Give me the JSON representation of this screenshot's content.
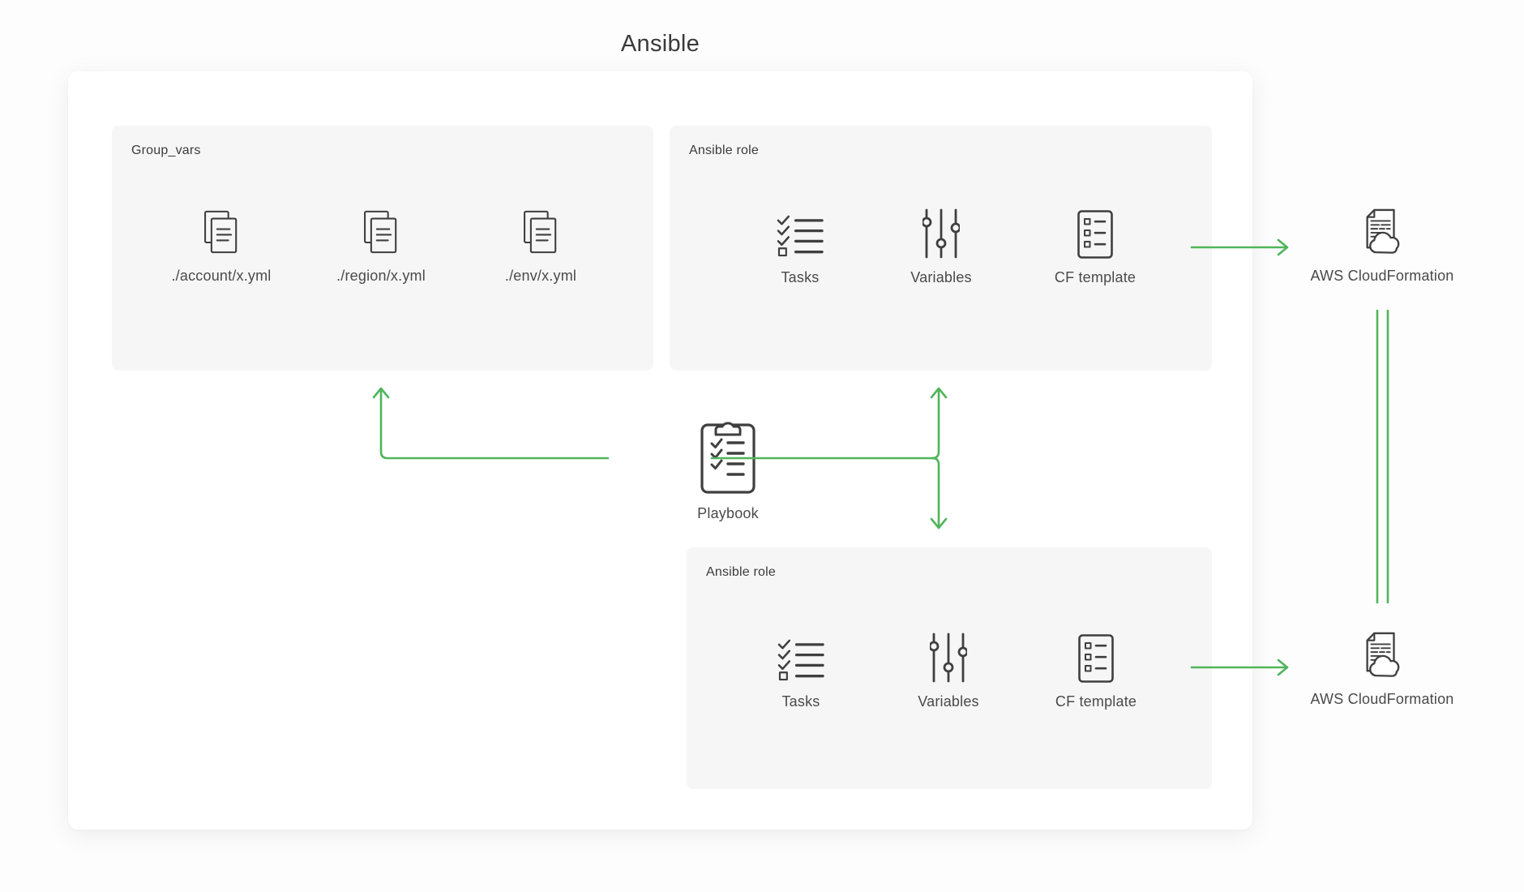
{
  "title": "Ansible",
  "colors": {
    "accent_green": "#50b55b",
    "panel_bg": "#f6f6f6",
    "icon_stroke": "#3f3f3f",
    "text": "#3d3d3d"
  },
  "group_vars": {
    "label": "Group_vars",
    "files": [
      {
        "label": "./account/x.yml",
        "icon": "documents-icon"
      },
      {
        "label": "./region/x.yml",
        "icon": "documents-icon"
      },
      {
        "label": "./env/x.yml",
        "icon": "documents-icon"
      }
    ]
  },
  "role_top": {
    "label": "Ansible role",
    "items": [
      {
        "label": "Tasks",
        "icon": "tasks-icon"
      },
      {
        "label": "Variables",
        "icon": "variables-icon"
      },
      {
        "label": "CF template",
        "icon": "cf-template-icon"
      }
    ]
  },
  "role_bottom": {
    "label": "Ansible role",
    "items": [
      {
        "label": "Tasks",
        "icon": "tasks-icon"
      },
      {
        "label": "Variables",
        "icon": "variables-icon"
      },
      {
        "label": "CF template",
        "icon": "cf-template-icon"
      }
    ]
  },
  "playbook": {
    "label": "Playbook",
    "icon": "playbook-icon"
  },
  "cloudformation_top": {
    "label": "AWS CloudFormation",
    "icon": "cloudformation-icon"
  },
  "cloudformation_bottom": {
    "label": "AWS CloudFormation",
    "icon": "cloudformation-icon"
  }
}
